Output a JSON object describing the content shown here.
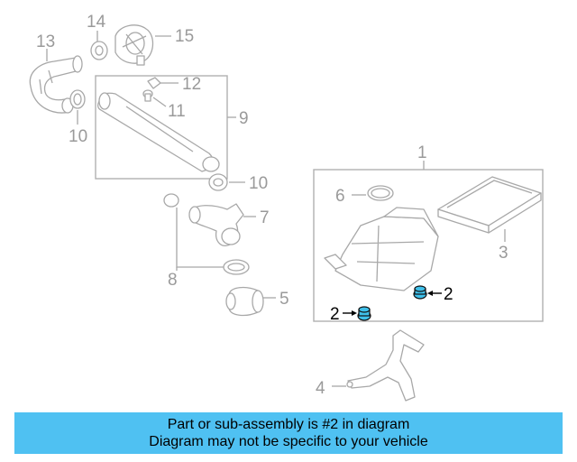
{
  "callouts": {
    "c1": "1",
    "c2a": "2",
    "c2b": "2",
    "c3": "3",
    "c4": "4",
    "c5": "5",
    "c6": "6",
    "c7": "7",
    "c8": "8",
    "c9": "9",
    "c10a": "10",
    "c10b": "10",
    "c11": "11",
    "c12": "12",
    "c13": "13",
    "c14": "14",
    "c15": "15"
  },
  "highlight_part": "2",
  "colors": {
    "banner": "#4FC1F2",
    "highlight": "#3FC0EA",
    "callout_gray": "#9A9A9A"
  },
  "banner": {
    "line1": "Part or sub-assembly is #2 in diagram",
    "line2": "Diagram may not be specific to your vehicle"
  }
}
